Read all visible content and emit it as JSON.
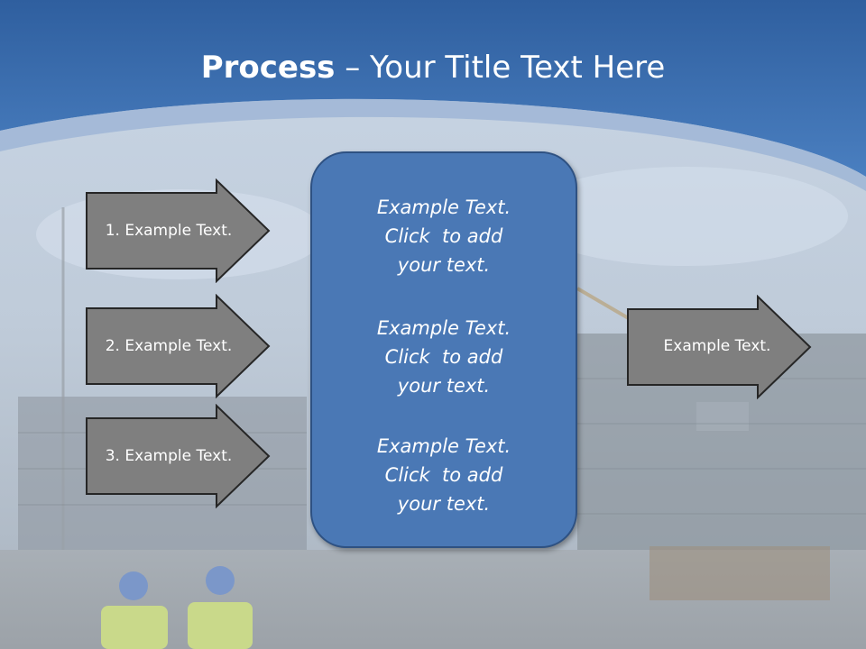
{
  "slide": {
    "title_bold": "Process",
    "title_rest": " – Your Title Text Here",
    "left_arrows": [
      {
        "label": "1. Example Text."
      },
      {
        "label": "2. Example Text."
      },
      {
        "label": "3. Example Text."
      }
    ],
    "center_box": {
      "paragraphs": [
        "Example Text.\nClick  to add\nyour text.",
        "Example Text.\nClick  to add\nyour text.",
        "Example Text.\nClick  to add\nyour text."
      ]
    },
    "right_arrow": {
      "label": "Example Text."
    },
    "colors": {
      "header_blue": "#3c6eb0",
      "arrow_gray": "#7f7f7f",
      "box_blue": "#4a78b5"
    }
  }
}
